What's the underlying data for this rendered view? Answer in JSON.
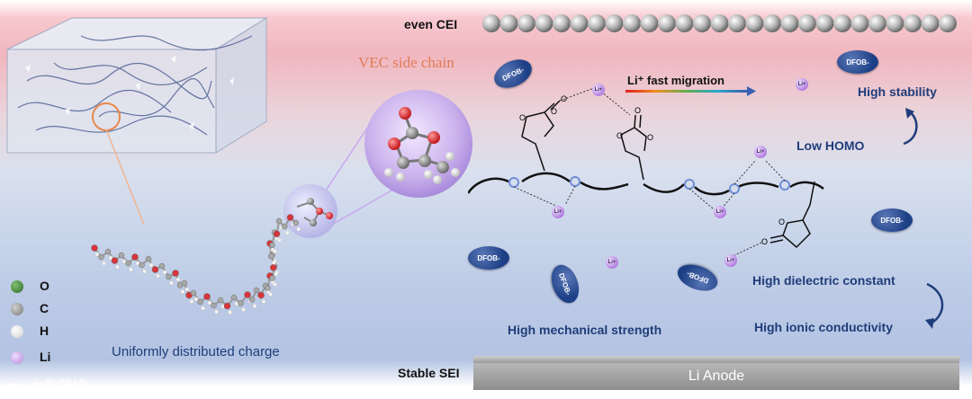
{
  "top_label": "even CEI",
  "bottom_label": "Stable SEI",
  "anode_label": "Li Anode",
  "side_chain_label": "VEC side chain",
  "migration_label": "Li⁺ fast migration",
  "properties": {
    "high_stability": "High stability",
    "low_homo": "Low HOMO",
    "high_dielectric": "High dielectric constant",
    "high_ionic": "High ionic conductivity",
    "high_mechanical": "High mechanical strength",
    "uniform_charge": "Uniformly distributed charge"
  },
  "legend": [
    {
      "symbol": "O",
      "color": "#3d7a35"
    },
    {
      "symbol": "C",
      "color": "#8c8c8c"
    },
    {
      "symbol": "H",
      "color": "#e8e8e8"
    },
    {
      "symbol": "Li",
      "color": "#c9a6e6"
    }
  ],
  "anion_label": "DFOB-",
  "li_label": "Li+",
  "watermark": "大数跨境"
}
